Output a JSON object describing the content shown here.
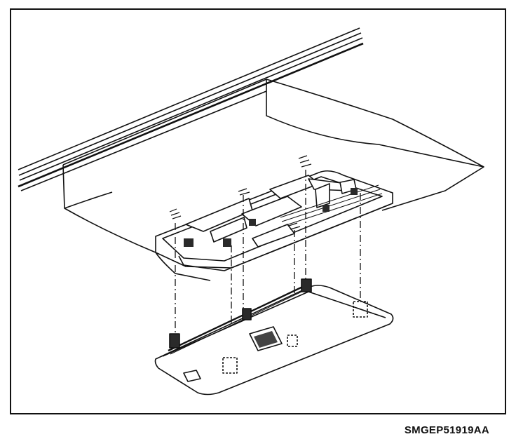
{
  "diagram": {
    "reference_code": "SMGEP51919AA",
    "colors": {
      "ink": "#111111",
      "paper": "#ffffff",
      "shade": "#2a2a2a"
    },
    "components": [
      {
        "name": "headliner-roof"
      },
      {
        "name": "overhead-console-housing"
      },
      {
        "name": "console-lid-panel"
      },
      {
        "name": "retaining-clips"
      },
      {
        "name": "alignment-guide-lines"
      }
    ]
  }
}
